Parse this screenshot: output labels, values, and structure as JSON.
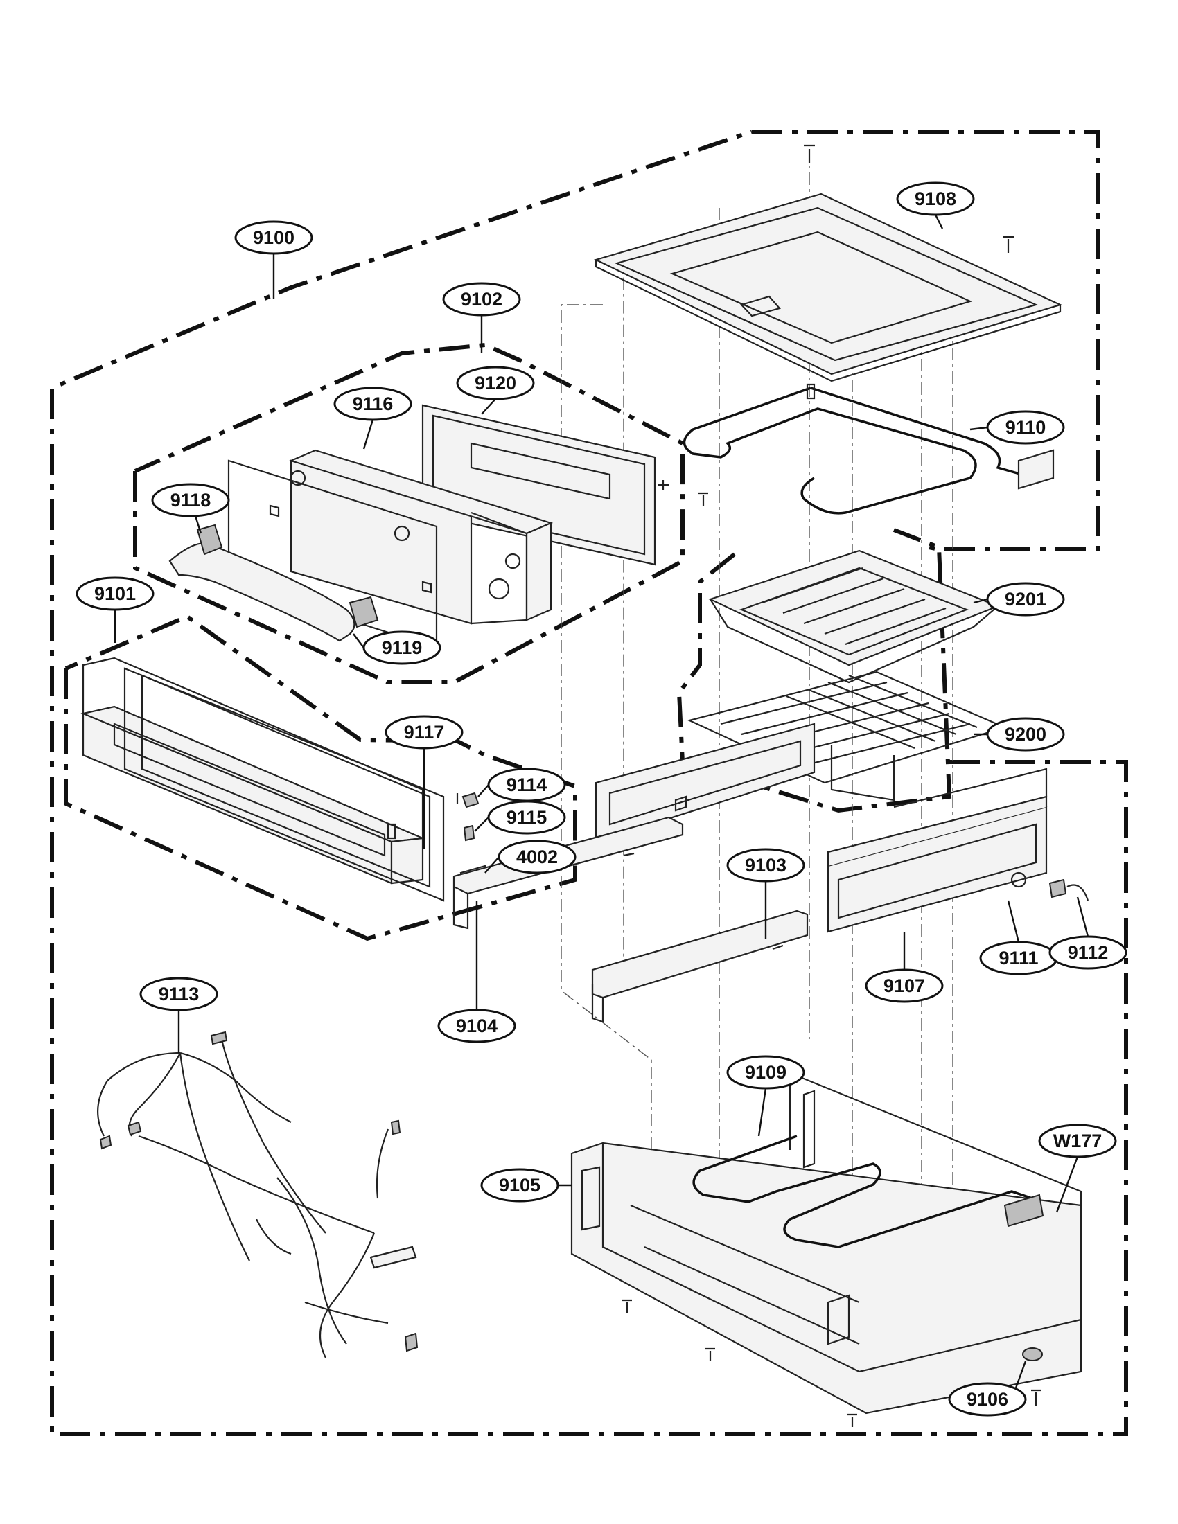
{
  "callouts": {
    "c9100": "9100",
    "c9101": "9101",
    "c9102": "9102",
    "c9103": "9103",
    "c9104": "9104",
    "c9105": "9105",
    "c9106": "9106",
    "c9107": "9107",
    "c9108": "9108",
    "c9109": "9109",
    "c9110": "9110",
    "c9111": "9111",
    "c9112": "9112",
    "c9113": "9113",
    "c9114": "9114",
    "c9115": "9115",
    "c9116": "9116",
    "c9117": "9117",
    "c9118": "9118",
    "c9119": "9119",
    "c9120": "9120",
    "c9200": "9200",
    "c9201": "9201",
    "c4002": "4002",
    "cW177": "W177"
  }
}
